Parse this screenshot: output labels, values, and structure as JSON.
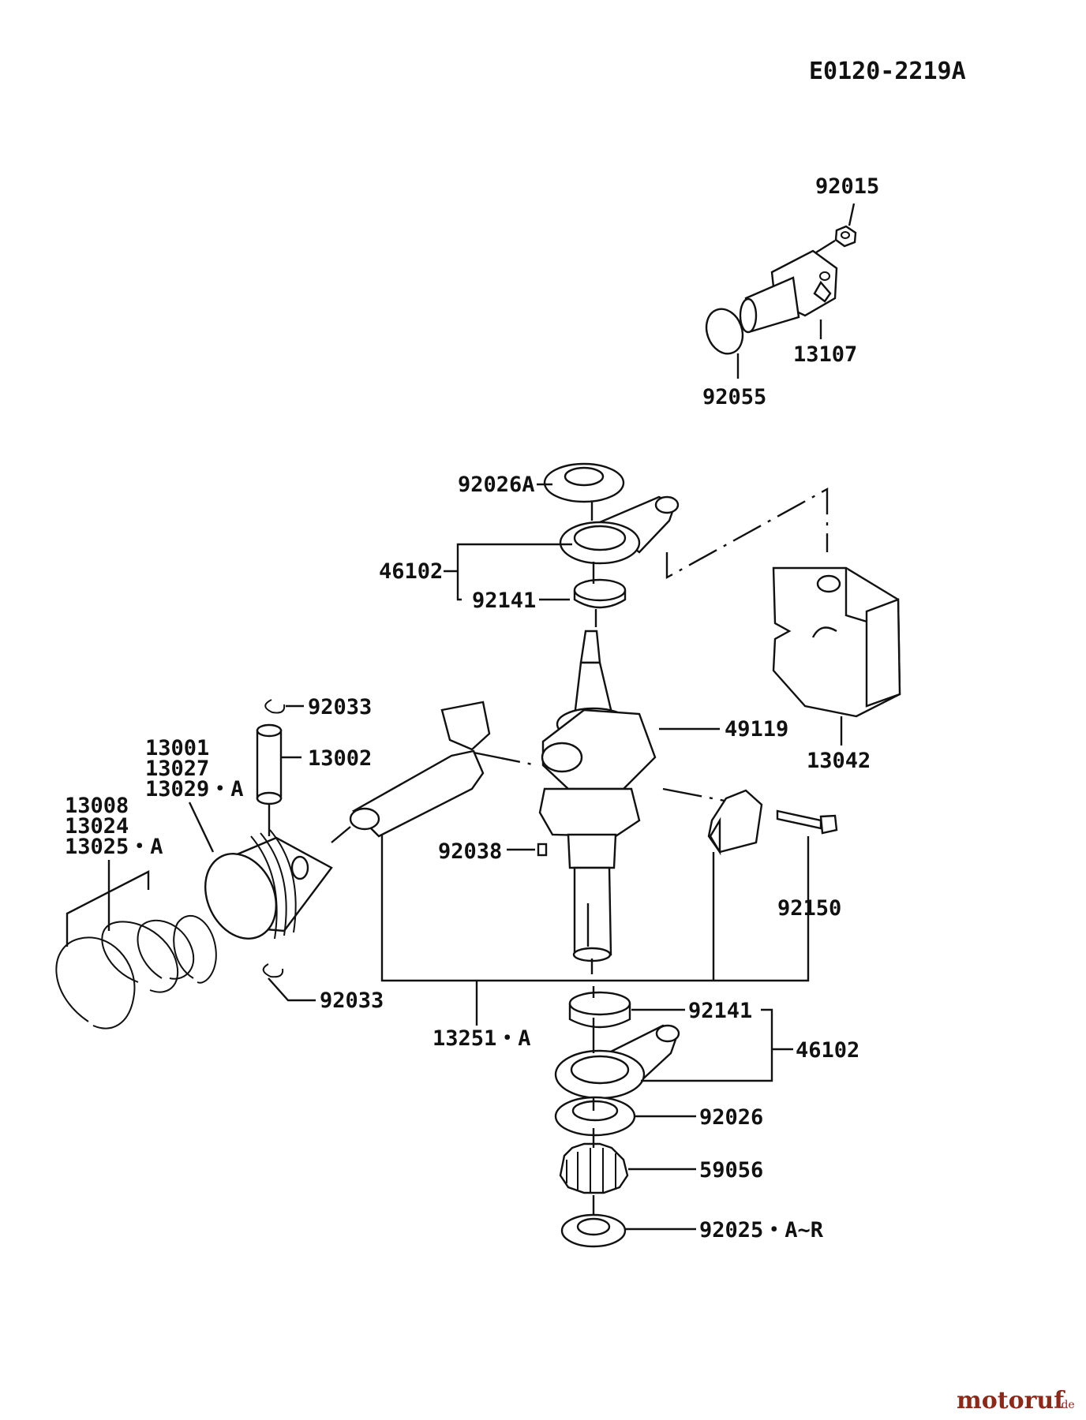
{
  "diagram_code": "E0120-2219A",
  "watermark": {
    "brand": "motoruf",
    "suffix": ".de",
    "color": "#8a2a1a"
  },
  "labels": {
    "p92015": "92015",
    "p13107": "13107",
    "p92055": "92055",
    "p92026A": "92026A",
    "p46102_top": "46102",
    "p92141_top": "92141",
    "p13042": "13042",
    "p49119": "49119",
    "p92033_top": "92033",
    "p13001": "13001",
    "p13027": "13027",
    "p13029A": "13029・A",
    "p13002": "13002",
    "p13008": "13008",
    "p13024": "13024",
    "p13025A": "13025・A",
    "p92038": "92038",
    "p92150": "92150",
    "p92033_bottom": "92033",
    "p13251A": "13251・A",
    "p92141_bottom": "92141",
    "p46102_bottom": "46102",
    "p92026": "92026",
    "p59056": "59056",
    "p92025": "92025・A~R"
  }
}
